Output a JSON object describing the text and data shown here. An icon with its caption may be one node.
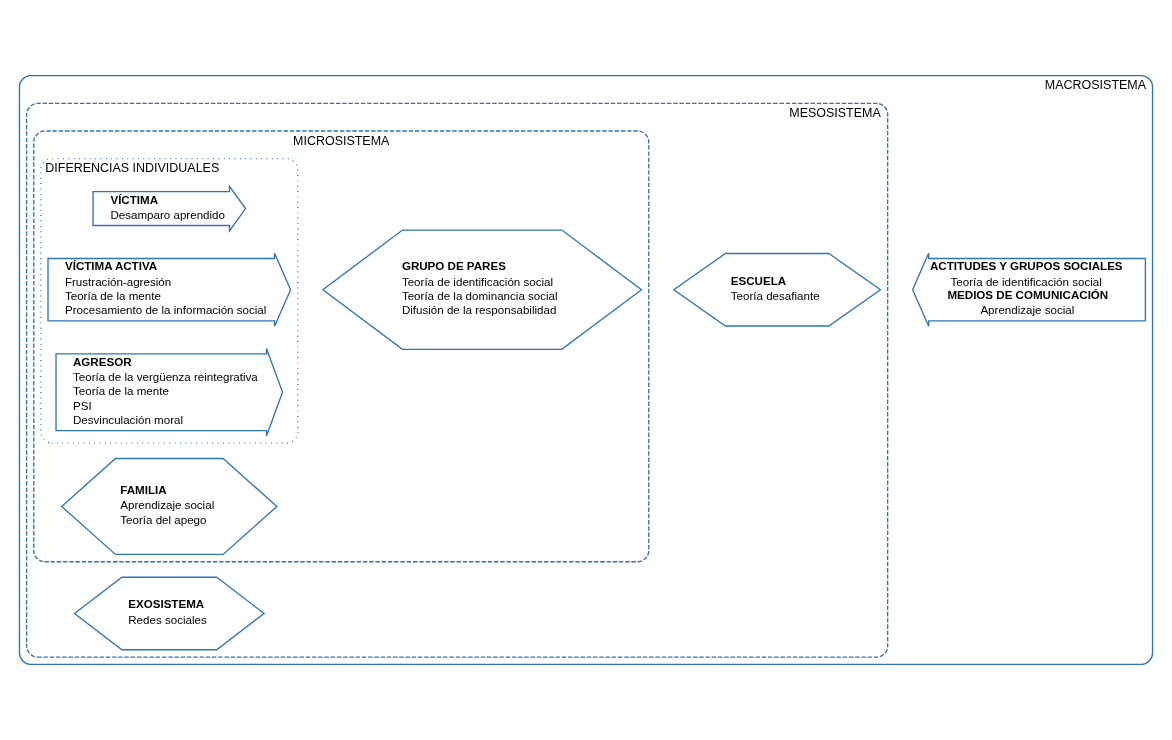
{
  "diagram": {
    "nodes": [
      {
        "text": [
          "MACROSISTEMA"
        ]
      },
      {
        "text": [
          "MESOSISTEMA"
        ],
        "in": 0
      },
      {
        "text": [
          "MICROSISTEMA"
        ],
        "in": 1
      },
      {
        "text": [
          "DIFERENCIAS INDIVIDUALES"
        ],
        "in": 2
      },
      {
        "text": [
          "VÍCTIMA",
          "Desamparo aprendido"
        ],
        "in": 3
      },
      {
        "text": [
          "VÍCTIMA ACTIVA",
          "Frustración-agresión",
          "Teoría de la mente",
          "Procesamiento de la información social"
        ],
        "in": 3
      },
      {
        "text": [
          "AGRESOR",
          "Teoría de la vergüenza reintegrativa",
          "Teoría de la mente",
          "PSI",
          "Desvinculación moral"
        ],
        "in": 3
      },
      {
        "text": [
          "FAMILIA",
          "Aprendizaje social",
          "Teoría del apego"
        ],
        "in": 2
      },
      {
        "text": [
          "GRUPO DE PARES",
          "Teoría de identificación social",
          "Teoría de la dominancia social",
          "Difusión de la responsabilidad"
        ],
        "in": 2
      },
      {
        "text": [
          "EXOSISTEMA",
          "Redes sociales"
        ],
        "in": 1
      },
      {
        "text": [
          "ESCUELA",
          "Teoría desafiante"
        ],
        "in": 1
      },
      {
        "text": [
          "ACTITUDES Y GRUPOS SOCIALES",
          "Teoría de identificación social",
          "MEDIOS DE COMUNICACIÓN",
          "Aprendizaje social"
        ],
        "in": 0
      }
    ],
    "edges": []
  }
}
